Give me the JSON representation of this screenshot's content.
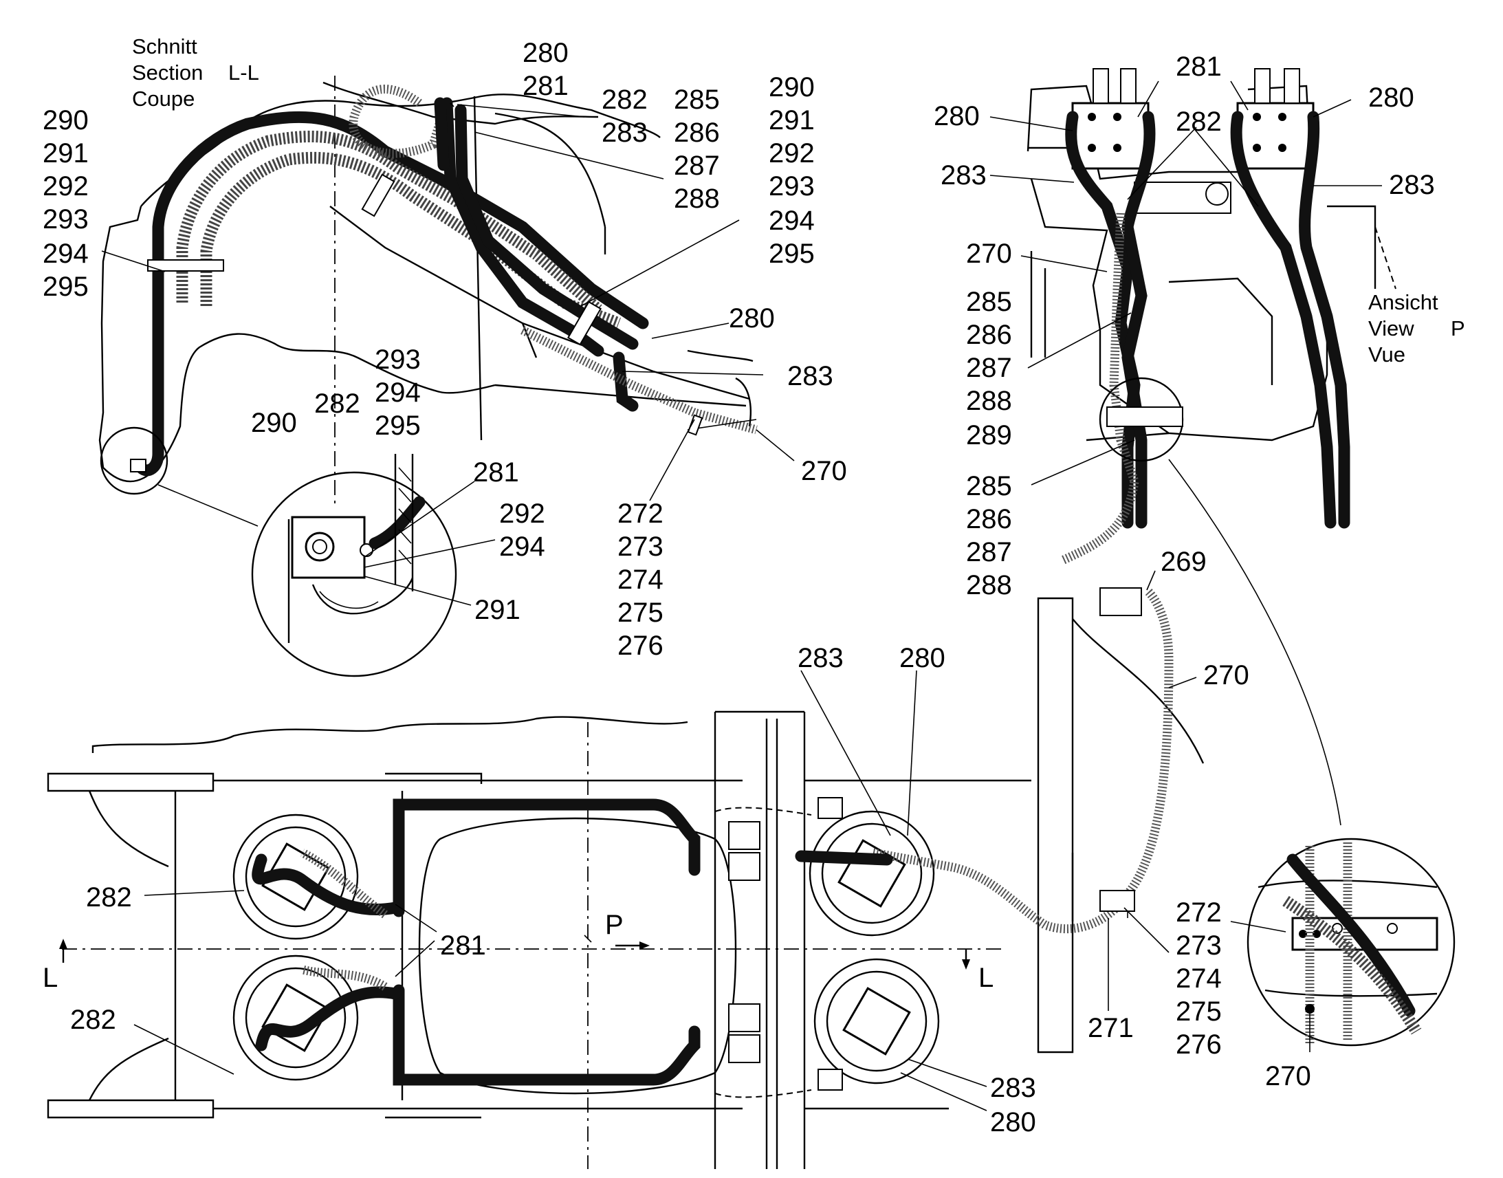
{
  "section_caption": {
    "line1": "Schnitt",
    "line2": "Section",
    "line3": "Coupe",
    "ref": "L-L"
  },
  "view_caption": {
    "line1": "Ansicht",
    "line2": "View",
    "line3": "Vue",
    "ref": "P"
  },
  "section_marker": {
    "letter": "L"
  },
  "view_marker": {
    "letter": "P"
  },
  "labels": {
    "s_280_top": "280",
    "s_281_top": "281",
    "s_282_top": "282",
    "s_283_top": "283",
    "s_285": "285",
    "s_286": "286",
    "s_287": "287",
    "s_288": "288",
    "s_290_left": "290",
    "s_291_left": "291",
    "s_292_left": "292",
    "s_293_left": "293",
    "s_294_left": "294",
    "s_295_left": "295",
    "s_290_right": "290",
    "s_291_right": "291",
    "s_292_right": "292",
    "s_293_right": "293",
    "s_294_right": "294",
    "s_295_right": "295",
    "s_280_mid": "280",
    "s_283_mid": "283",
    "s_270": "270",
    "s_272": "272",
    "s_273": "273",
    "s_274": "274",
    "s_275": "275",
    "s_276": "276",
    "d_290": "290",
    "d_282": "282",
    "d_293": "293",
    "d_294": "294",
    "d_295": "295",
    "d_281": "281",
    "d_292": "292",
    "d_294b": "294",
    "d_291": "291",
    "v_281": "281",
    "v_280_left": "280",
    "v_280_right": "280",
    "v_282": "282",
    "v_283_left": "283",
    "v_283_right": "283",
    "v_270": "270",
    "v_285a": "285",
    "v_286a": "286",
    "v_287a": "287",
    "v_288a": "288",
    "v_289": "289",
    "v_285b": "285",
    "v_286b": "286",
    "v_287b": "287",
    "v_288b": "288",
    "p_269": "269",
    "p_270": "270",
    "p_283_top": "283",
    "p_280_top": "280",
    "p_282_upper": "282",
    "p_281": "281",
    "p_282_lower": "282",
    "p_283_bottom": "283",
    "p_280_bottom": "280",
    "p_271": "271",
    "p_272": "272",
    "p_273": "273",
    "p_274": "274",
    "p_275": "275",
    "p_276": "276",
    "c_272": "272",
    "c_273": "273",
    "c_270": "270"
  }
}
